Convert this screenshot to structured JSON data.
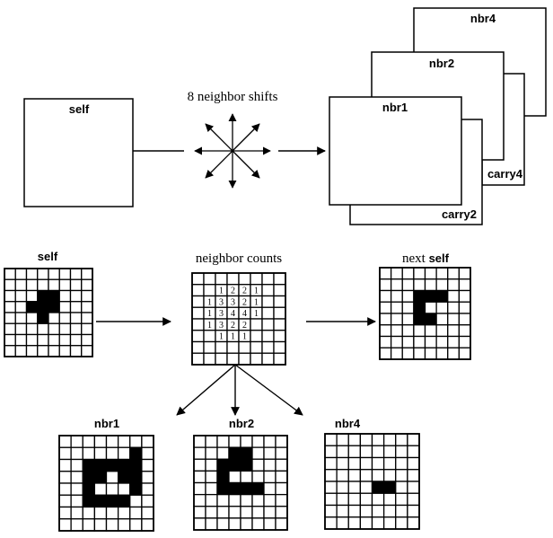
{
  "top": {
    "self_label": "self",
    "shifts_label": "8 neighbor shifts",
    "nbr4_label": "nbr4",
    "nbr2_label": "nbr2",
    "nbr1_label": "nbr1",
    "carry4_label": "carry4",
    "carry2_label": "carry2"
  },
  "bottom": {
    "self_label": "self",
    "counts_label": "neighbor counts",
    "next_prefix": "next ",
    "next_self": "self",
    "nbr1_label": "nbr1",
    "nbr2_label": "nbr2",
    "nbr4_label": "nbr4"
  },
  "colors": {
    "ink": "#000000",
    "paper": "#ffffff"
  },
  "grid_size": 8,
  "grids": {
    "self": [
      "........",
      "........",
      "...##...",
      "..###...",
      "...#....",
      "........",
      "........",
      "........"
    ],
    "next_self": [
      "........",
      "........",
      "...###..",
      "...#....",
      "...##...",
      "........",
      "........",
      "........"
    ],
    "nbr1": [
      "........",
      "......#.",
      "..#####.",
      "..##.##.",
      "..#...#.",
      "..####..",
      "........",
      "........"
    ],
    "nbr2": [
      "........",
      "...##...",
      "..###...",
      "..#.....",
      "..####..",
      "........",
      "........",
      "........"
    ],
    "nbr4": [
      "........",
      "........",
      "........",
      "........",
      "....##..",
      "........",
      "........",
      "........"
    ]
  },
  "counts": [
    [
      "",
      "",
      "",
      "",
      "",
      "",
      "",
      ""
    ],
    [
      "",
      "",
      "1",
      "2",
      "2",
      "1",
      "",
      ""
    ],
    [
      "",
      "1",
      "3",
      "3",
      "2",
      "1",
      "",
      ""
    ],
    [
      "",
      "1",
      "3",
      "4",
      "4",
      "1",
      "",
      ""
    ],
    [
      "",
      "1",
      "3",
      "2",
      "2",
      "",
      "",
      ""
    ],
    [
      "",
      "",
      "1",
      "1",
      "1",
      "",
      "",
      ""
    ],
    [
      "",
      "",
      "",
      "",
      "",
      "",
      "",
      ""
    ],
    [
      "",
      "",
      "",
      "",
      "",
      "",
      "",
      ""
    ]
  ]
}
